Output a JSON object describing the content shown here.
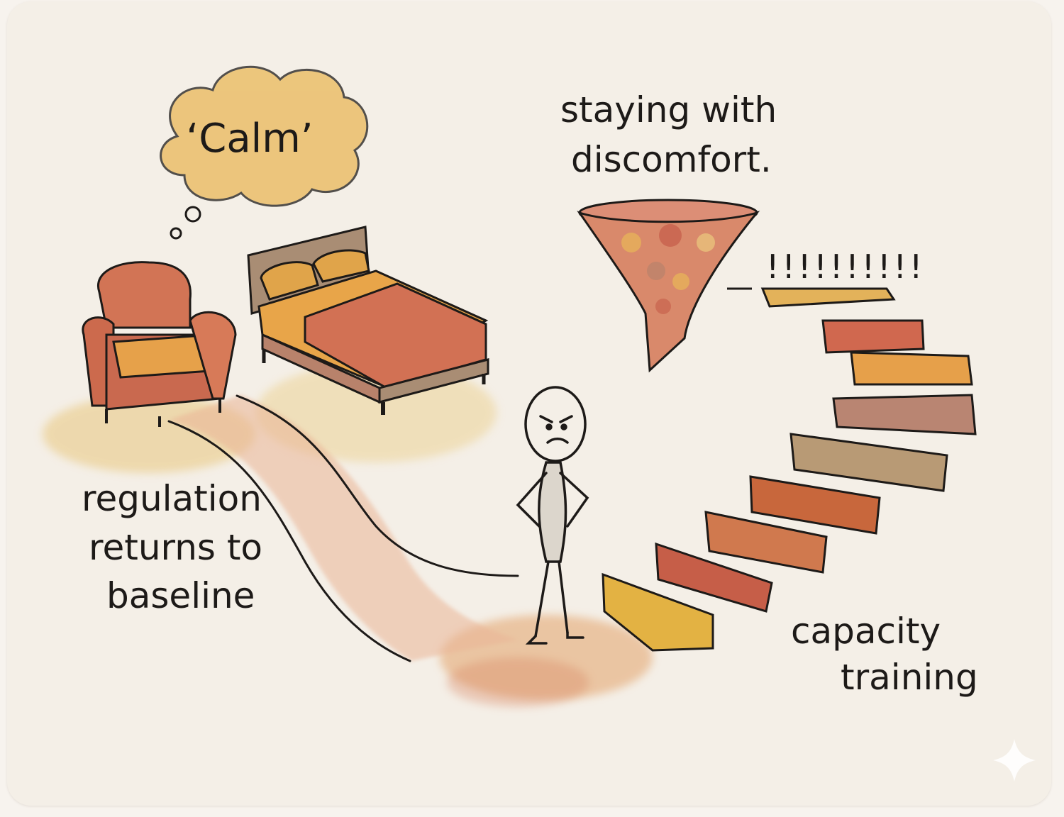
{
  "labels": {
    "thought": "‘Calm’",
    "discomfort_line1": "staying with",
    "discomfort_line2": "discomfort.",
    "regulation_line1": "regulation",
    "regulation_line2": "returns to",
    "regulation_line3": "baseline",
    "capacity_line1": "capacity",
    "capacity_line2": "training",
    "exclamations": "!!!!!!!!!!"
  },
  "colors": {
    "background": "#f4efe7",
    "ink": "#1d1a18",
    "terracotta": "#c9694f",
    "ochre": "#e0a44a",
    "sand": "#e8c98c"
  },
  "icons": [
    "thought-cloud-icon",
    "armchair-icon",
    "bed-icon",
    "funnel-icon",
    "stick-figure-icon",
    "staircase-icon",
    "sparkle-icon"
  ]
}
